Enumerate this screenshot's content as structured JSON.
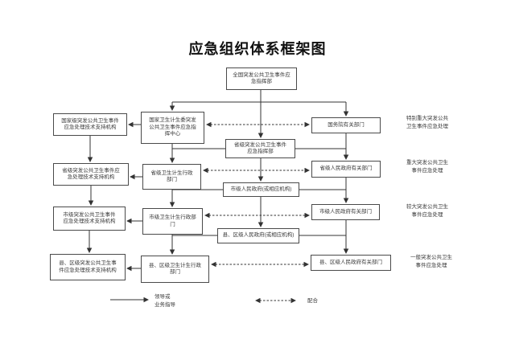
{
  "title": "应急组织体系框架图",
  "nodes": {
    "n1": "全国突发公共卫生事件应\n急指挥部",
    "n2": "国家级突发公共卫生事件\n应急处理技术支持机构",
    "n3": "国家卫生计生委突发\n公共卫生事件应急指\n挥中心",
    "n4": "国务院有关部门",
    "n5": "省级突发公共卫生事件\n应急指挥部",
    "n6": "省级突发公共卫生事件应\n急处理技术支持机构",
    "n7": "省级卫生计生行政\n部门",
    "n8": "省级人民政府有关部门",
    "n9": "市级人民政府(或相应机构)",
    "n10": "市级突发公共卫生事件\n应急处理技术支持机构",
    "n11": "市级卫生计生行政部\n门",
    "n12": "市级人民政府有关部门",
    "n13": "县、区级人民政府(或相应机构)",
    "n14": "县、区级突发公共卫生事\n件应急处理技术支持机构",
    "n15": "县、区级卫生计生行政\n部门",
    "n16": "县、区级人民政府有关部门"
  },
  "annotations": {
    "a1": "特别重大突发公共\n卫生事件应急处理",
    "a2": "重大突发公共卫生\n事件应急处理",
    "a3": "较大突发公共卫生\n事件应急处理",
    "a4": "一般突发公共卫生\n事件应急处理"
  },
  "legend": {
    "solid_label": "领导或\n业务指导",
    "dashed_label": "配合"
  },
  "colors": {
    "line": "#333333",
    "box_border": "#4a4a4a",
    "text": "#3a3a3a",
    "background": "#ffffff"
  }
}
